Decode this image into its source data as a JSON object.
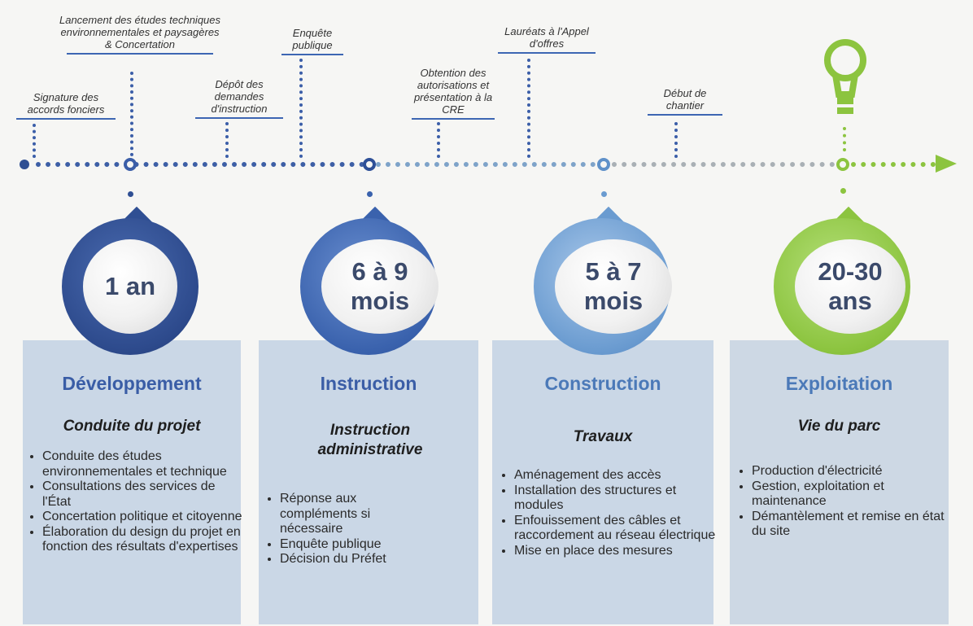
{
  "milestones": {
    "m1": "Signature des accords fonciers",
    "m2": "Lancement des études techniques environnementales et paysagères & Concertation",
    "m3": "Dépôt des demandes d'instruction",
    "m4": "Enquête publique",
    "m5": "Obtention des autorisations et présentation à la CRE",
    "m6": "Lauréats à l'Appel d'offres",
    "m7": "Début de chantier"
  },
  "phases": [
    {
      "duration": "1 an",
      "title": "Développement",
      "subtitle": "Conduite du projet",
      "tasks": [
        "Conduite des études environnementales et technique",
        "Consultations des services de l'État",
        "Concertation politique et citoyenne",
        "Élaboration du design du projet en fonction des résultats d'expertises"
      ],
      "color": "#2f4f93"
    },
    {
      "duration": "6 à 9 mois",
      "title": "Instruction",
      "subtitle": "Instruction administrative",
      "tasks": [
        "Réponse aux compléments si nécessaire",
        "Enquête publique",
        "Décision du Préfet"
      ],
      "color": "#3a62ad"
    },
    {
      "duration": "5 à 7 mois",
      "title": "Construction",
      "subtitle": "Travaux",
      "tasks": [
        "Aménagement des accès",
        "Installation des structures et modules",
        "Enfouissement des câbles et raccordement au réseau électrique",
        "Mise en place des mesures"
      ],
      "color": "#6a9bd0"
    },
    {
      "duration": "20-30 ans",
      "title": "Exploitation",
      "subtitle": "Vie du parc",
      "tasks": [
        "Production d'électricité",
        "Gestion, exploitation et maintenance",
        "Démantèlement et remise en état du site"
      ],
      "color": "#8cc43f"
    }
  ],
  "icons": {
    "end": "lightbulb-icon",
    "arrow": "arrow-right-icon"
  }
}
